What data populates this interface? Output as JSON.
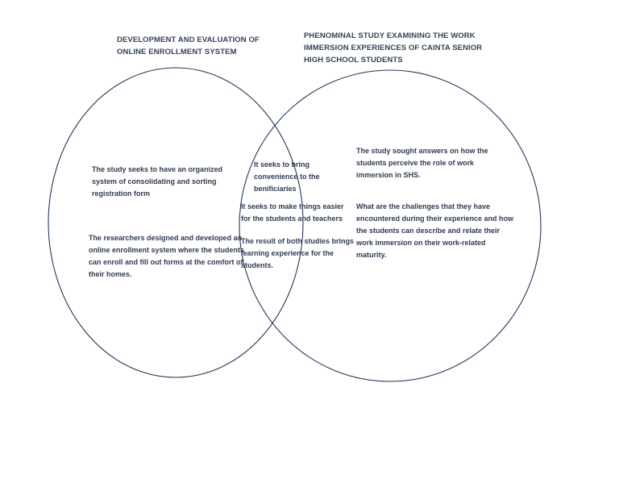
{
  "diagram": {
    "type": "venn",
    "line_color": "#24375a",
    "left_set": {
      "title": "DEVELOPMENT AND EVALUATION OF ONLINE ENROLLMENT SYSTEM",
      "items": [
        "The study seeks to have an organized system of consolidating and sorting registration form",
        "The researchers designed and developed an online enrollment system where the students can enroll and fill out forms at the comfort of their homes."
      ]
    },
    "right_set": {
      "title": "PHENOMINAL STUDY EXAMINING THE WORK IMMERSION EXPERIENCES OF CAINTA SENIOR HIGH SCHOOL STUDENTS",
      "items": [
        "The study sought answers on how the students perceive the role of work immersion in SHS.",
        "What are the challenges that they have encountered during their experience and how the students can describe and relate their work immersion on their work-related maturity."
      ]
    },
    "overlap": {
      "items": [
        "It seeks to bring convenience to the benificiaries",
        "It seeks to make things easier for the students and teachers",
        "The result of both studies brings learning experience for the students."
      ]
    }
  }
}
